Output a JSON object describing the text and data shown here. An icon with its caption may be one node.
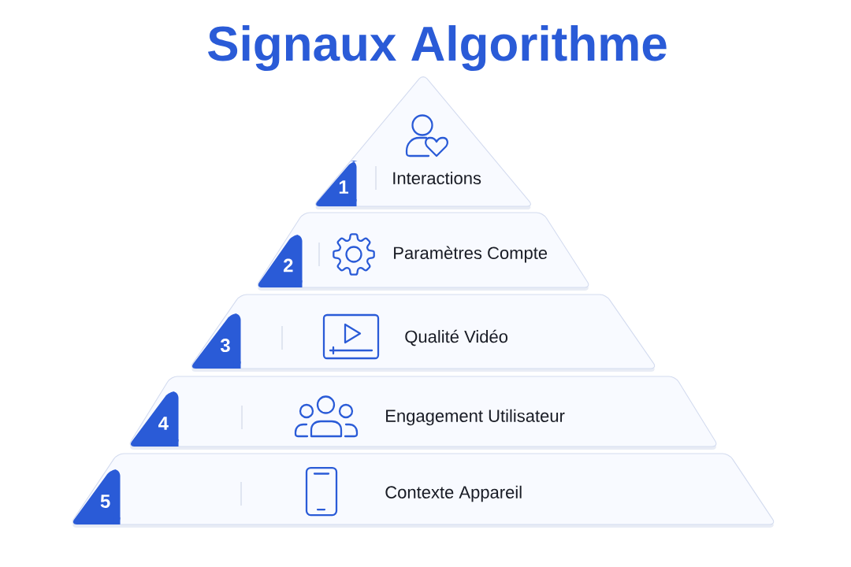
{
  "diagram": {
    "title": "Signaux Algorithme",
    "nodes": [
      {
        "text": [
          "Interactions"
        ]
      },
      {
        "text": [
          "1"
        ],
        "in": 0
      },
      {
        "text": [
          "Paramètres Compte"
        ]
      },
      {
        "text": [
          "2"
        ],
        "in": 2
      },
      {
        "text": [
          "Qualité Vidéo"
        ]
      },
      {
        "text": [
          "3"
        ],
        "in": 4
      },
      {
        "text": [
          "Engagement Utilisateur"
        ]
      },
      {
        "text": [
          "4"
        ],
        "in": 6
      },
      {
        "text": [
          "Contexte Appareil"
        ]
      },
      {
        "text": [
          "5"
        ],
        "in": 8
      }
    ]
  }
}
